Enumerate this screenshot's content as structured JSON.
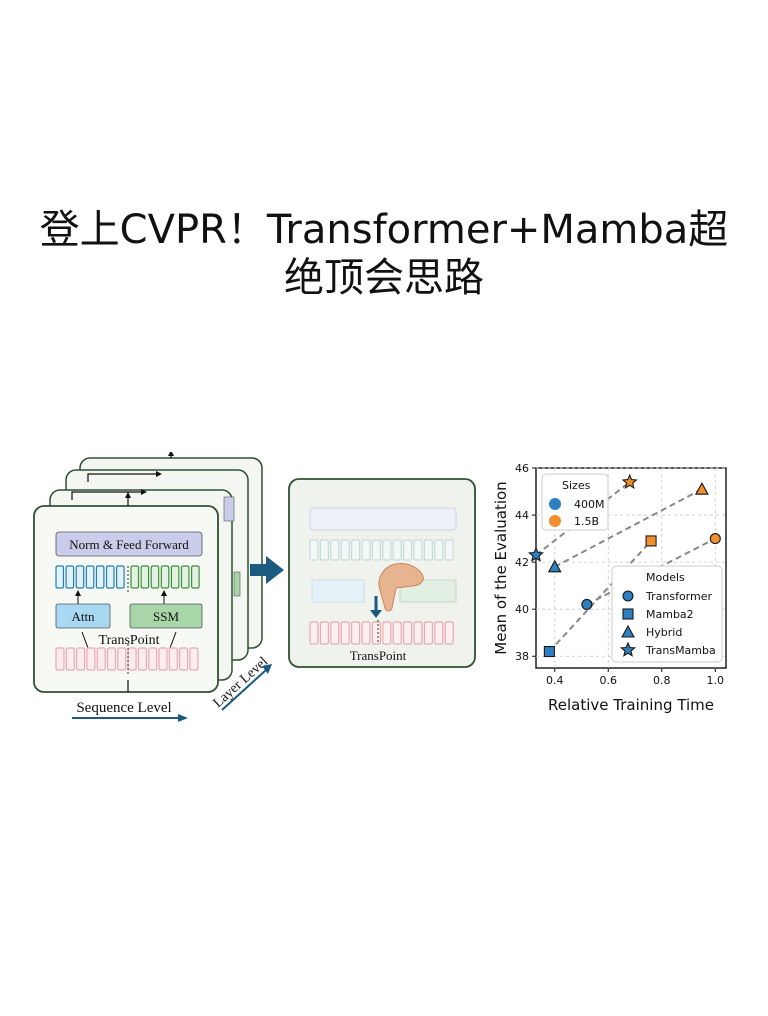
{
  "title": {
    "line1": "登上CVPR！Transformer+Mamba超",
    "line2": "绝顶会思路"
  },
  "diagram": {
    "norm_block": "Norm & Feed Forward",
    "attn_block": "Attn",
    "ssm_block": "SSM",
    "transpoint_label": "TransPoint",
    "zoom_transpoint_label": "TransPoint",
    "sequence_level": "Sequence Level",
    "layer_level": "Layer Level",
    "colors": {
      "frame_border": "#2f5130",
      "attn_fill": "#a9d8f2",
      "ssm_fill": "#a9d6a9",
      "norm_fill": "#c9cdea",
      "token_blue": "#1f7fb6",
      "token_green": "#3c8f3c",
      "token_pink": "#e8a9b1",
      "arrow": "#1d5a80"
    }
  },
  "chart_data": {
    "type": "scatter",
    "xlabel": "Relative Training Time",
    "ylabel": "Mean of the Evaluation",
    "xlim": [
      0.33,
      1.04
    ],
    "ylim": [
      37.5,
      46
    ],
    "xticks": [
      "0.4",
      "0.6",
      "0.8",
      "1.0"
    ],
    "yticks": [
      "38",
      "40",
      "42",
      "44",
      "46"
    ],
    "grid": true,
    "size_legend": {
      "title": "Sizes",
      "placement": "top-left",
      "entries": [
        {
          "label": "400M",
          "color": "#2e7fbf"
        },
        {
          "label": "1.5B",
          "color": "#f28e2b"
        }
      ]
    },
    "model_legend": {
      "title": "Models",
      "placement": "bottom-right",
      "entries": [
        {
          "label": "Transformer",
          "marker": "circle"
        },
        {
          "label": "Mamba2",
          "marker": "square"
        },
        {
          "label": "Hybrid",
          "marker": "triangle"
        },
        {
          "label": "TransMamba",
          "marker": "star"
        }
      ]
    },
    "series": [
      {
        "model": "Transformer",
        "marker": "circle",
        "points": [
          {
            "x": 0.52,
            "y": 40.2,
            "size": "400M"
          },
          {
            "x": 1.0,
            "y": 43.0,
            "size": "1.5B"
          }
        ]
      },
      {
        "model": "Mamba2",
        "marker": "square",
        "points": [
          {
            "x": 0.38,
            "y": 38.2,
            "size": "400M"
          },
          {
            "x": 0.76,
            "y": 42.9,
            "size": "1.5B"
          }
        ]
      },
      {
        "model": "Hybrid",
        "marker": "triangle",
        "points": [
          {
            "x": 0.4,
            "y": 41.8,
            "size": "400M"
          },
          {
            "x": 0.95,
            "y": 45.1,
            "size": "1.5B"
          }
        ]
      },
      {
        "model": "TransMamba",
        "marker": "star",
        "points": [
          {
            "x": 0.33,
            "y": 42.3,
            "size": "400M"
          },
          {
            "x": 0.68,
            "y": 45.4,
            "size": "1.5B"
          }
        ]
      }
    ]
  }
}
